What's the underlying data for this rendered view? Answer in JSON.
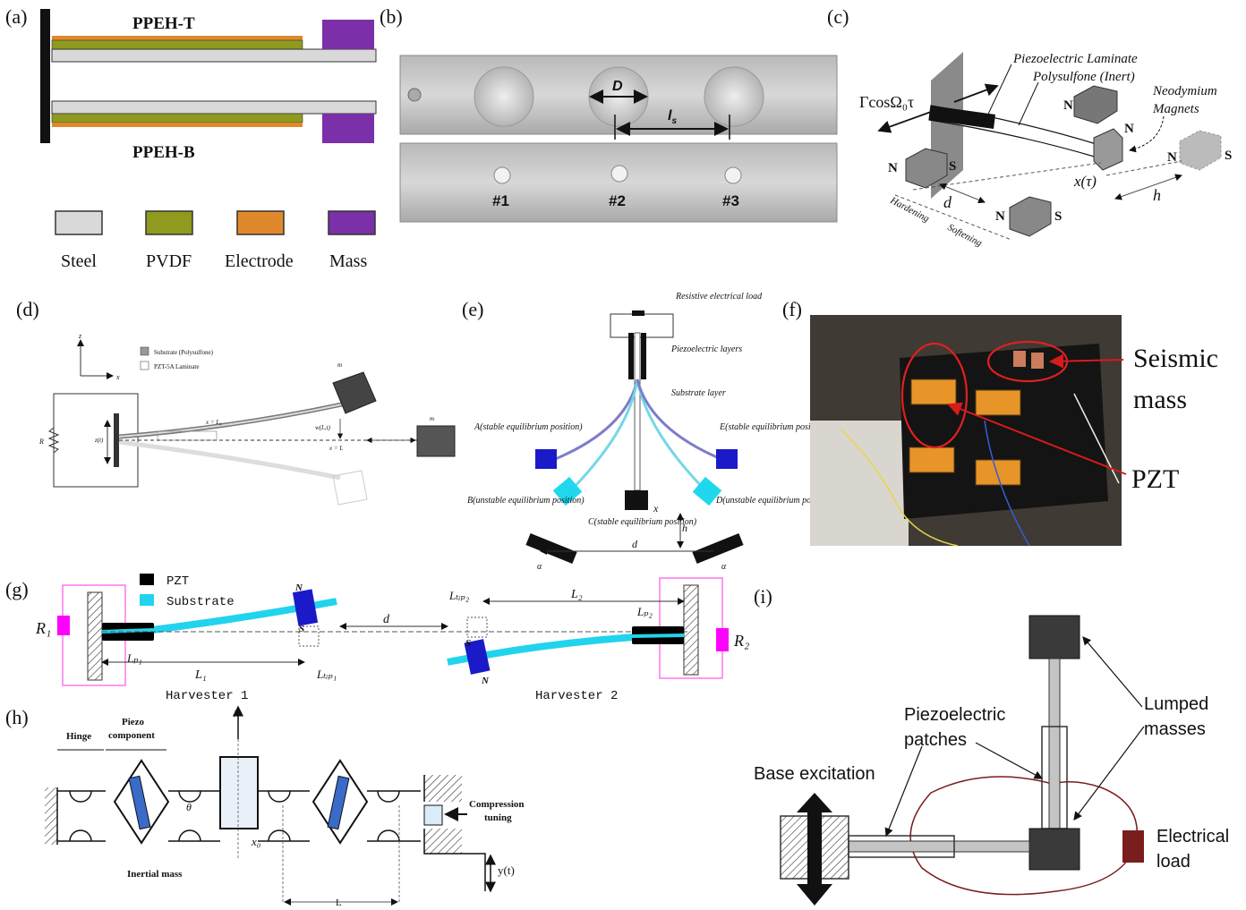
{
  "panel_labels": [
    "(a)",
    "(b)",
    "(c)",
    "(d)",
    "(e)",
    "(f)",
    "(g)",
    "(h)",
    "(i)"
  ],
  "a": {
    "top_label": "PPEH-T",
    "bottom_label": "PPEH-B",
    "legend": [
      "Steel",
      "PVDF",
      "Electrode",
      "Mass"
    ],
    "colors": {
      "steel": "#d9d9d9",
      "pvdf": "#8f9a1e",
      "electrode": "#e0892c",
      "mass": "#7b2fa8",
      "clamp": "#111111"
    }
  },
  "b": {
    "diameter_label": "D",
    "spacing_label": "l",
    "spacing_sub": "s",
    "sensor_labels": [
      "#1",
      "#2",
      "#3"
    ]
  },
  "c": {
    "force_label": "ΓcosΩ₀τ",
    "laminate_label": "Piezoelectric Laminate",
    "polysulfone_label": "Polysulfone (Inert)",
    "magnets_label_1": "Neodymium",
    "magnets_label_2": "Magnets",
    "pole_n": "N",
    "pole_s": "S",
    "displacement_label": "x(τ)",
    "d_label": "d",
    "h_label": "h",
    "hardening_label": "Hardening",
    "softening_label": "Softening"
  },
  "d": {
    "legend_substrate": "Substrate (Polysulfone)",
    "legend_pzt": "PZT-5A Laminate",
    "axis_z": "z",
    "axis_x": "x",
    "resistor_label": "R",
    "base_label": "z(t)",
    "x_lo": "x = L₀",
    "x_l": "x = L",
    "w_label": "w(L,t)",
    "tip_mass": "m",
    "fixed_mass": "m"
  },
  "e": {
    "load_label": "Resistive electrical load",
    "piezo_layers": "Piezoelectric layers",
    "substrate": "Substrate layer",
    "pos_a": "A(stable equilibrium position)",
    "pos_b": "B(unstable equilibrium position)",
    "pos_c": "C(stable equilibrium position)",
    "pos_d": "D(unstable equilibrium position)",
    "pos_e": "E(stable equilibrium position)",
    "d_label": "d",
    "h_label": "h",
    "x_label": "x",
    "alpha": "α"
  },
  "f": {
    "seismic_1": "Seismic",
    "seismic_2": "mass",
    "pzt": "PZT"
  },
  "g": {
    "legend_pzt": "PZT",
    "legend_substrate": "Substrate",
    "r1": "R₁",
    "r2": "R₂",
    "lp1": "Lₚ₁",
    "lp2": "Lₚ₂",
    "l1": "L₁",
    "l2": "L₂",
    "ltip1": "Lₜᵢₚ₁",
    "ltip2": "Lₜᵢₚ₂",
    "d_label": "d",
    "harvester1": "Harvester 1",
    "harvester2": "Harvester 2",
    "pole_n": "N",
    "pole_s": "S",
    "colors": {
      "pzt": "#000000",
      "substrate": "#22d3ee",
      "magnet": "#1a1ac8",
      "resistor": "#ff00ff"
    }
  },
  "h": {
    "hinge": "Hinge",
    "piezo_1": "Piezo",
    "piezo_2": "component",
    "x_axis": "x",
    "theta": "θ",
    "x0": "x₀",
    "inertial_mass": "Inertial mass",
    "compression_1": "Compression",
    "compression_2": "tuning",
    "l_label": "L",
    "y_label": "y(t)"
  },
  "i": {
    "lumped_1": "Lumped",
    "lumped_2": "masses",
    "patches_1": "Piezoelectric",
    "patches_2": "patches",
    "base": "Base excitation",
    "load_1": "Electrical",
    "load_2": "load",
    "colors": {
      "load": "#7a1d1d",
      "wire": "#7a1d1d"
    }
  }
}
